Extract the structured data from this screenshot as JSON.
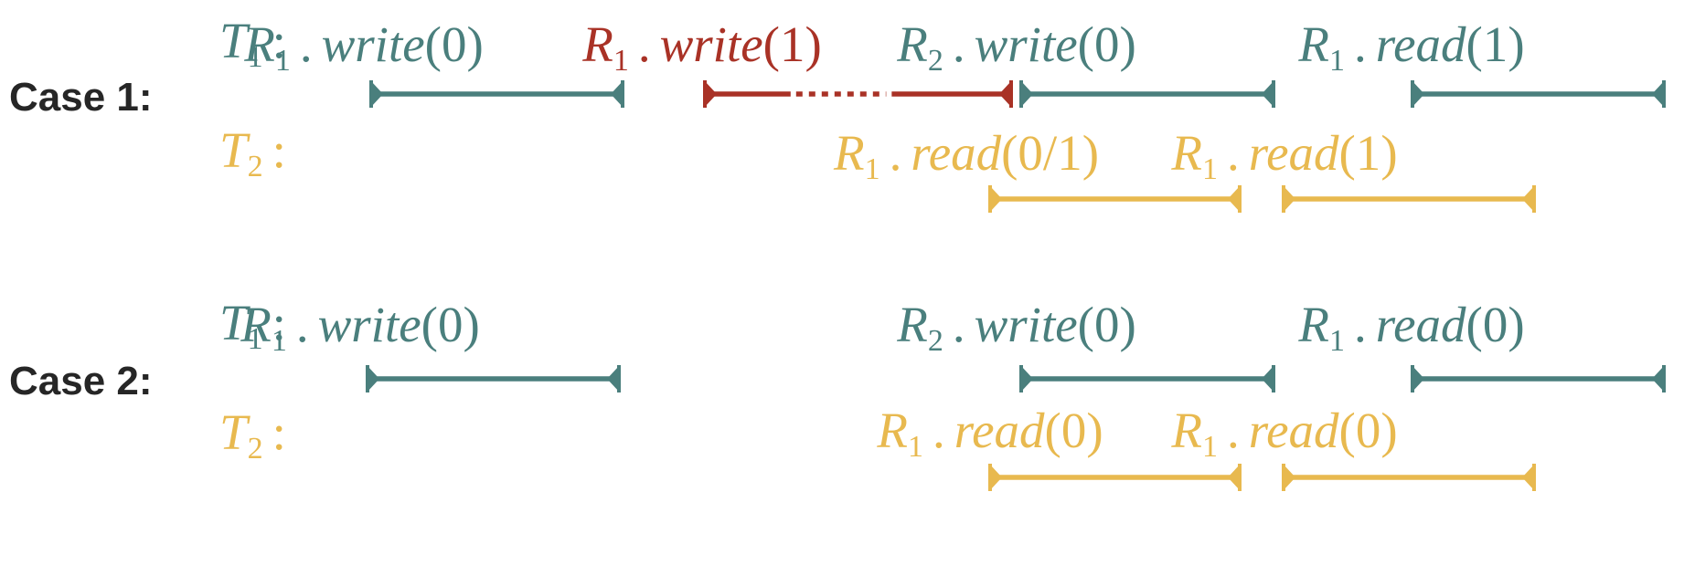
{
  "colors": {
    "t1": "#4a7f7d",
    "t2": "#e8b94f",
    "failed": "#a93226",
    "label": "#262626"
  },
  "cases": [
    {
      "label": "Case 1:",
      "threads": [
        {
          "name": "T",
          "sub": "1",
          "ops": [
            {
              "reg": "R",
              "sub": "1",
              "method": "write",
              "arg": "(0)",
              "status": "normal"
            },
            {
              "reg": "R",
              "sub": "1",
              "method": "write",
              "arg": "(1)",
              "status": "failed"
            },
            {
              "reg": "R",
              "sub": "2",
              "method": "write",
              "arg": "(0)",
              "status": "normal"
            },
            {
              "reg": "R",
              "sub": "1",
              "method": "read",
              "arg": "(1)",
              "status": "normal"
            }
          ]
        },
        {
          "name": "T",
          "sub": "2",
          "ops": [
            {
              "reg": "R",
              "sub": "1",
              "method": "read",
              "arg": "(0/1)",
              "status": "normal"
            },
            {
              "reg": "R",
              "sub": "1",
              "method": "read",
              "arg": "(1)",
              "status": "normal"
            }
          ]
        }
      ]
    },
    {
      "label": "Case 2:",
      "threads": [
        {
          "name": "T",
          "sub": "1",
          "ops": [
            {
              "reg": "R",
              "sub": "1",
              "method": "write",
              "arg": "(0)",
              "status": "normal"
            },
            {
              "reg": "R",
              "sub": "2",
              "method": "write",
              "arg": "(0)",
              "status": "normal"
            },
            {
              "reg": "R",
              "sub": "1",
              "method": "read",
              "arg": "(0)",
              "status": "normal"
            }
          ]
        },
        {
          "name": "T",
          "sub": "2",
          "ops": [
            {
              "reg": "R",
              "sub": "1",
              "method": "read",
              "arg": "(0)",
              "status": "normal"
            },
            {
              "reg": "R",
              "sub": "1",
              "method": "read",
              "arg": "(0)",
              "status": "normal"
            }
          ]
        }
      ]
    }
  ]
}
